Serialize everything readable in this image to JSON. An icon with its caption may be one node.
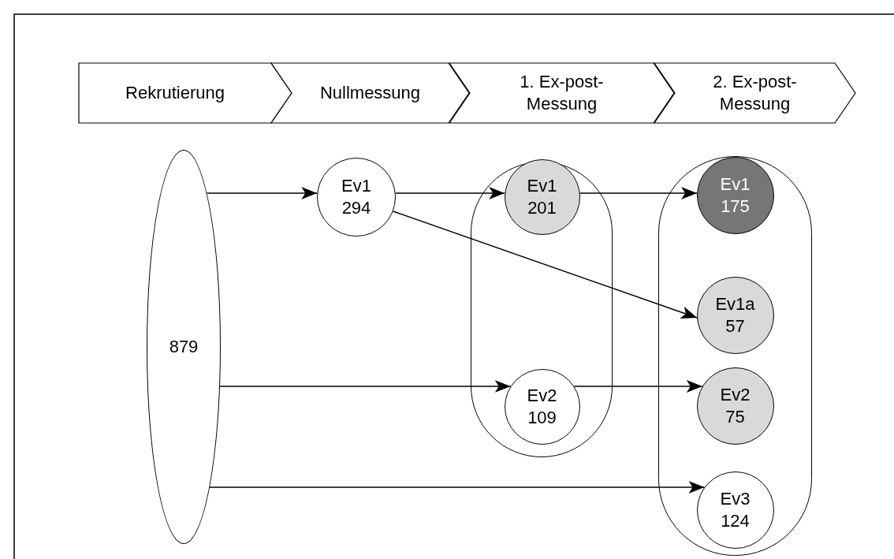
{
  "diagram": {
    "nodes": [
      {
        "text": [
          "Rekrutierung"
        ]
      },
      {
        "text": [
          "Nullmessung"
        ]
      },
      {
        "text": [
          "1. Ex-post-Messung"
        ]
      },
      {
        "text": [
          "2. Ex-post-Messung"
        ]
      },
      {
        "text": [
          "879"
        ]
      },
      {
        "text": [
          "Ev1 294"
        ]
      },
      {
        "text": [],
        "shape": "box"
      },
      {
        "text": [
          "Ev1 201"
        ],
        "in": 6
      },
      {
        "text": [
          "Ev2 109"
        ],
        "in": 6
      },
      {
        "text": [],
        "shape": "box"
      },
      {
        "text": [
          "Ev1 175"
        ],
        "in": 9
      },
      {
        "text": [
          "Ev1a 57"
        ],
        "in": 9
      },
      {
        "text": [
          "Ev2 75"
        ],
        "in": 9
      },
      {
        "text": [
          "Ev3 124"
        ],
        "in": 9
      }
    ],
    "edges": [
      {
        "from": 4,
        "to": 5,
        "arrow": "to"
      },
      {
        "from": 5,
        "to": 7,
        "arrow": "to"
      },
      {
        "from": 7,
        "to": 10,
        "arrow": "to"
      },
      {
        "from": 5,
        "to": 11,
        "arrow": "to"
      },
      {
        "from": 4,
        "to": 8,
        "arrow": "to"
      },
      {
        "from": 8,
        "to": 12,
        "arrow": "to"
      },
      {
        "from": 4,
        "to": 13,
        "arrow": "to"
      }
    ]
  }
}
